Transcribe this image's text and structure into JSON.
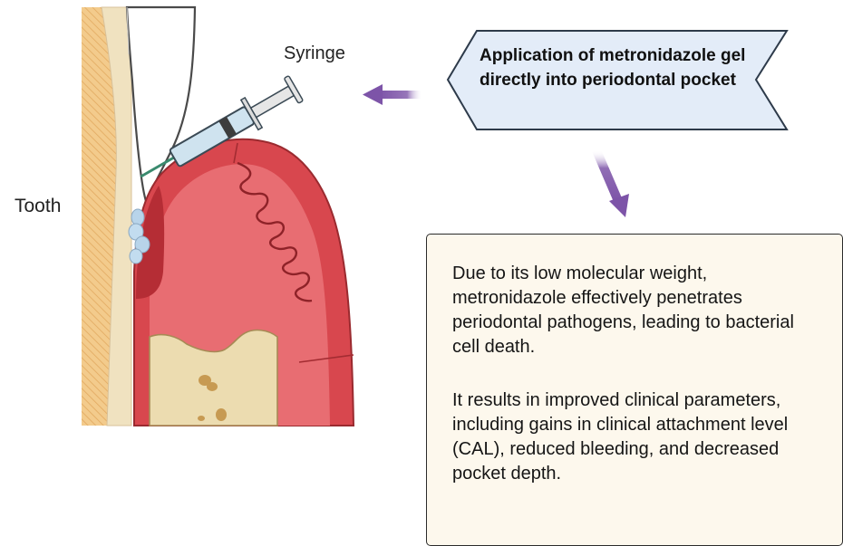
{
  "labels": {
    "tooth": "Tooth",
    "syringe": "Syringe"
  },
  "banner": {
    "text": "Application of metronidazole gel directly into periodontal pocket"
  },
  "info_box": {
    "paragraph_1": "Due to its low molecular weight, metronidazole effectively penetrates periodontal pathogens, leading to bacterial cell death.",
    "paragraph_2": "It results in improved clinical parameters, including gains in clinical attachment level (CAL), reduced bleeding, and decreased pocket depth."
  },
  "colors": {
    "arrow": "#7d54a8",
    "banner_fill": "#e3ecf8",
    "box_fill": "#fdf8ed",
    "gum_outer": "#d94f55",
    "gum_inner": "#e8777a",
    "bone": "#ecdcb0",
    "tooth_root": "#f2c98a",
    "syringe_body": "#cfe3ef",
    "gel": "#b8d4ea"
  }
}
